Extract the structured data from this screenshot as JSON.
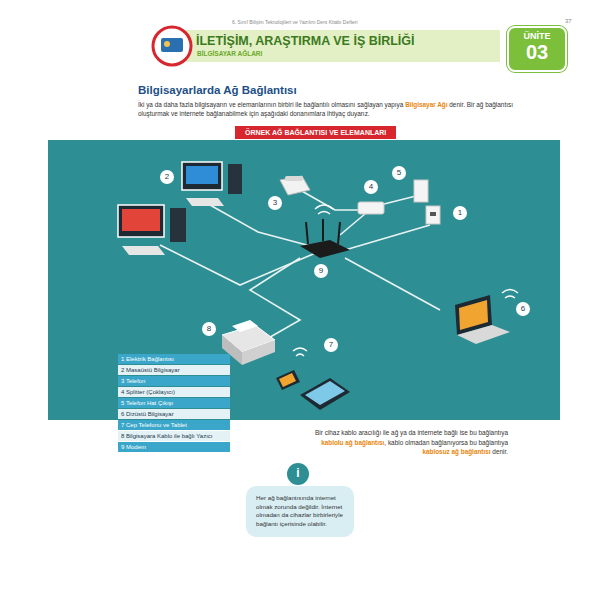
{
  "diagram": {
    "title": "İLETİŞİM, ARAŞTIRMA VE İŞ BİRLİĞİ",
    "nodes": [
      {
        "text": [
          "ÜNİTE",
          "03"
        ]
      },
      {
        "text": [
          "ÖRNEK AĞ BAĞLANTISI VE ELEMANLARI"
        ]
      },
      {
        "text": [
          "Her ağ bağlantısında internet olmak zorunda değildir. İnternet olmadan da cihazlar birbirleriyle bağlantı içerisinde olabilir."
        ]
      }
    ],
    "labels": [
      "6. Sınıf Bilişim Teknolojileri ve Yazılım Ders Kitabı Defteri",
      "37",
      "BİLGİSAYAR AĞLARI",
      "Bilgisayarlarda Ağ Bağlantısı",
      "İki ya da daha fazla bilgisayarın ve elemanlarının birbiri ile bağlantılı olmasını sağlayan yapıya",
      "Bilgisayar Ağı",
      "denir. Bir ağ bağlantısı oluşturmak ve internete bağlanabilmek için aşağıdaki donanımlara ihtiyaç duyarız.",
      "2",
      "5",
      "3",
      "4",
      "1",
      "9",
      "6",
      "8",
      "7",
      "1 Elektrik Bağlantısı",
      "2 Masaüstü Bilgisayar",
      "3 Telefon",
      "4 Splitter (Çoklayıcı)",
      "5 Telefon Hat Çıkışı",
      "6 Dizüstü Bilgisayar",
      "7 Cep Telefonu ve Tablet",
      "8 Bilgisayara Kablo ile bağlı Yazıcı",
      "9 Modem",
      "Bir cihaz kablo aracılığı ile ağ ya da internete bağlı ise bu bağlantıya",
      "kablolu ağ bağlantısı",
      ", kablo olmadan bağlanıyorsa bu bağlantıya",
      "kablosuz ağ bağlantısı",
      "denir.",
      "i"
    ]
  }
}
